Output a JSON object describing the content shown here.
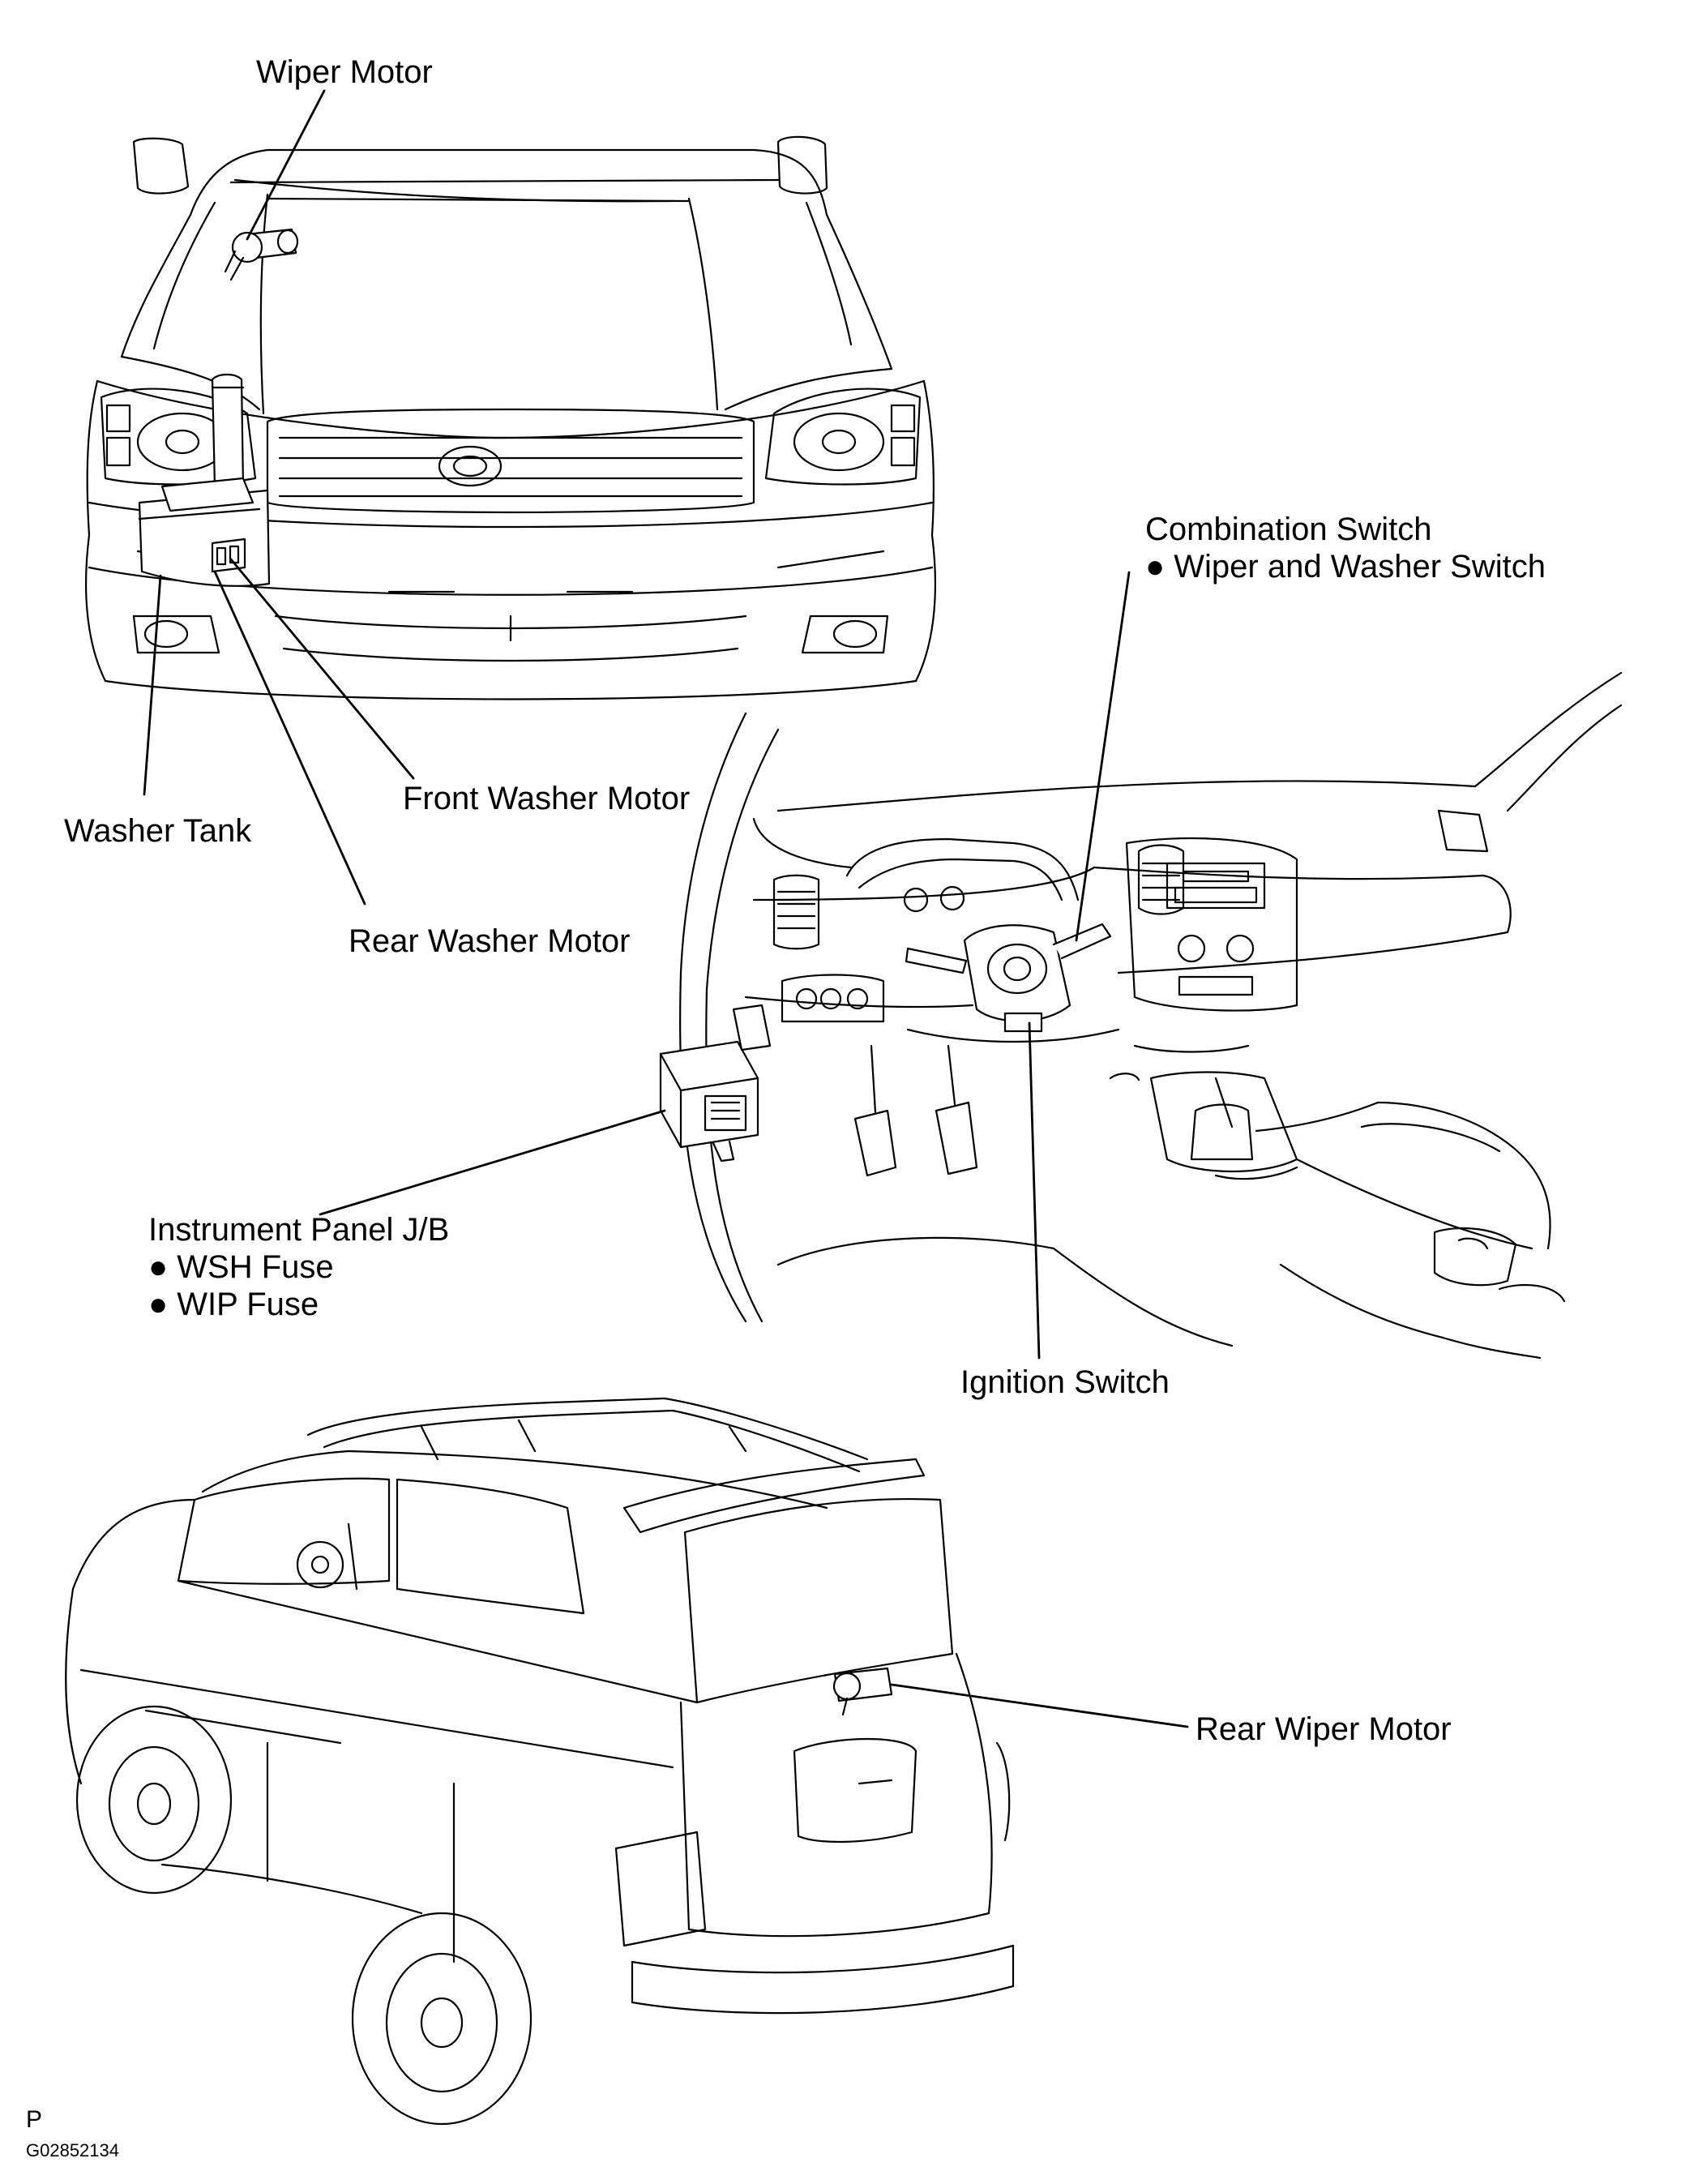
{
  "labels": {
    "wiper_motor": "Wiper Motor",
    "combination_switch": "Combination Switch",
    "wiper_washer_switch": "Wiper and Washer Switch",
    "front_washer_motor": "Front Washer Motor",
    "washer_tank": "Washer Tank",
    "rear_washer_motor": "Rear Washer Motor",
    "instrument_panel_jb": "Instrument Panel J/B",
    "wsh_fuse": "WSH Fuse",
    "wip_fuse": "WIP Fuse",
    "ignition_switch": "Ignition Switch",
    "rear_wiper_motor": "Rear Wiper Motor"
  },
  "corner": {
    "code_letter": "P",
    "figure_id": "G02852134"
  }
}
